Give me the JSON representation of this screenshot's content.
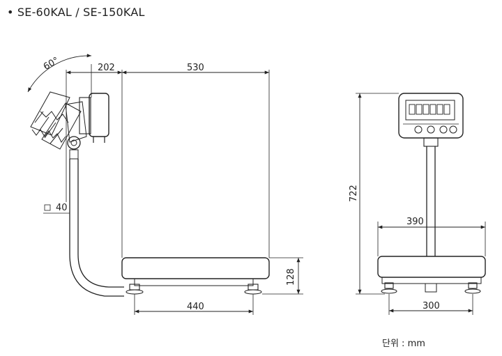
{
  "title": "• SE-60KAL / SE-150KAL",
  "dimensions": {
    "angle": "60°",
    "display_depth": "202",
    "platform_width": "530",
    "pole_offset": "40",
    "foot_span_side": "440",
    "total_height": "722",
    "platform_depth": "390",
    "platform_height": "128",
    "foot_span_front": "300"
  },
  "unit_label": "단위 : mm"
}
